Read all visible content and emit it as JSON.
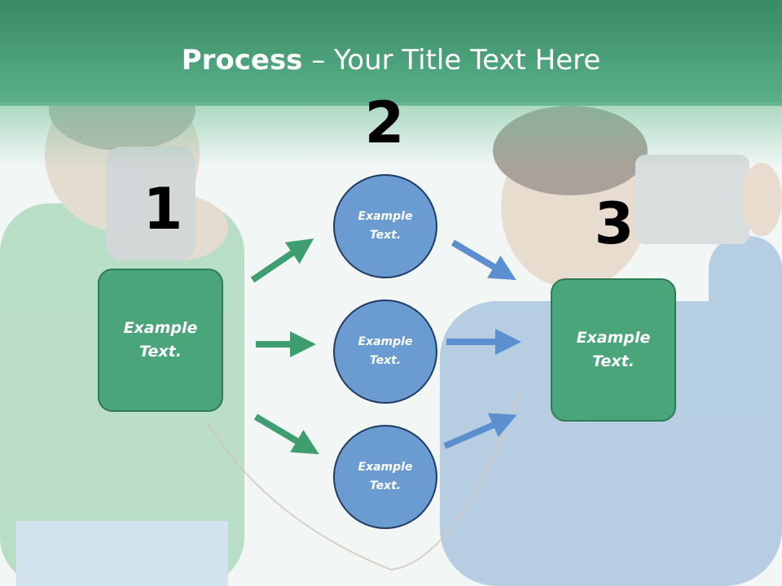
{
  "title": {
    "bold": "Process",
    "rest": " – Your Title Text Here"
  },
  "numbers": [
    "1",
    "2",
    "3"
  ],
  "boxes": {
    "left": "Example\nText.",
    "right": "Example\nText."
  },
  "circles": [
    "Example\nText.",
    "Example\nText.",
    "Example\nText."
  ],
  "colors": {
    "header_green": "#4aa57a",
    "box_green": "#4aa57a",
    "circle_blue": "#6a9bd1",
    "arrow_green": "#3f9e70",
    "arrow_blue": "#5b8fcf"
  },
  "background_photo": "two-children-tin-can-phone"
}
